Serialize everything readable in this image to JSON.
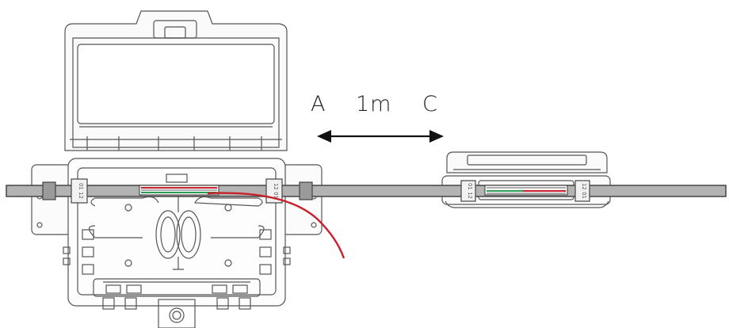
{
  "labels": {
    "point_a": "A",
    "distance": "1m",
    "point_c": "C"
  },
  "closure_left_ports": {
    "left": "01 12",
    "right": "12 01"
  },
  "closure_right_ports": {
    "left": "01 12",
    "right": "12 01"
  },
  "colors": {
    "line": "#444444",
    "cable_fill": "#b3b3b3",
    "fiber_red": "#c8202a",
    "fiber_green": "#2e9b57",
    "arrow": "#111111"
  }
}
